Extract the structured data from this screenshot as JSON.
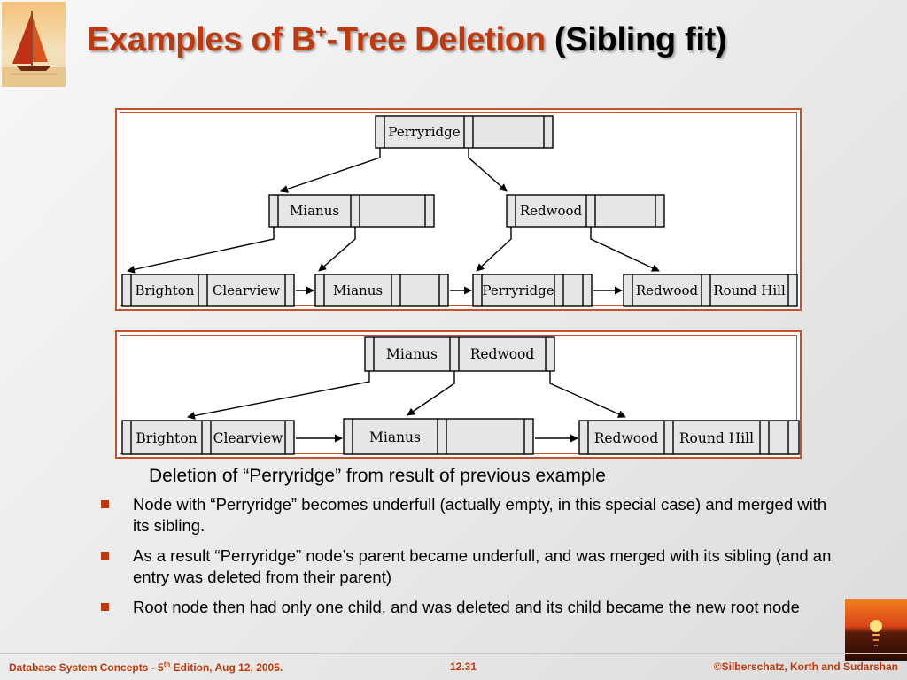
{
  "title": {
    "main": "Examples of B",
    "sup": "+",
    "main_rest": "-Tree Deletion",
    "sub": "(Sibling fit)"
  },
  "figure_top": {
    "root": "Perryridge",
    "internal_left": "Mianus",
    "internal_right": "Redwood",
    "leaf1_a": "Brighton",
    "leaf1_b": "Clearview",
    "leaf2_a": "Mianus",
    "leaf3_a": "Perryridge",
    "leaf4_a": "Redwood",
    "leaf4_b": "Round Hill"
  },
  "figure_bottom": {
    "root_a": "Mianus",
    "root_b": "Redwood",
    "leaf1_a": "Brighton",
    "leaf1_b": "Clearview",
    "leaf2_a": "Mianus",
    "leaf3_a": "Redwood",
    "leaf3_b": "Round Hill"
  },
  "caption": "Deletion of “Perryridge” from result of previous example",
  "bullets": [
    "Node with “Perryridge” becomes underfull (actually empty, in this special case) and merged with its sibling.",
    "As a result “Perryridge” node’s parent became underfull, and was merged with its sibling (and an entry was deleted from their parent)",
    "Root node then had only one child, and was deleted and its child became the new root node"
  ],
  "footer": {
    "left_a": "Database System Concepts - 5",
    "left_sup": "th",
    "left_b": " Edition, Aug 12, 2005.",
    "center": "12.31",
    "right": "©Silberschatz, Korth and Sudarshan"
  },
  "colors": {
    "title_accent": "#c0390c",
    "frame": "#c8502a",
    "node_fill": "#e6e6e6"
  },
  "icons": {
    "logo": "sailboat-icon",
    "corner": "sunset-icon"
  }
}
